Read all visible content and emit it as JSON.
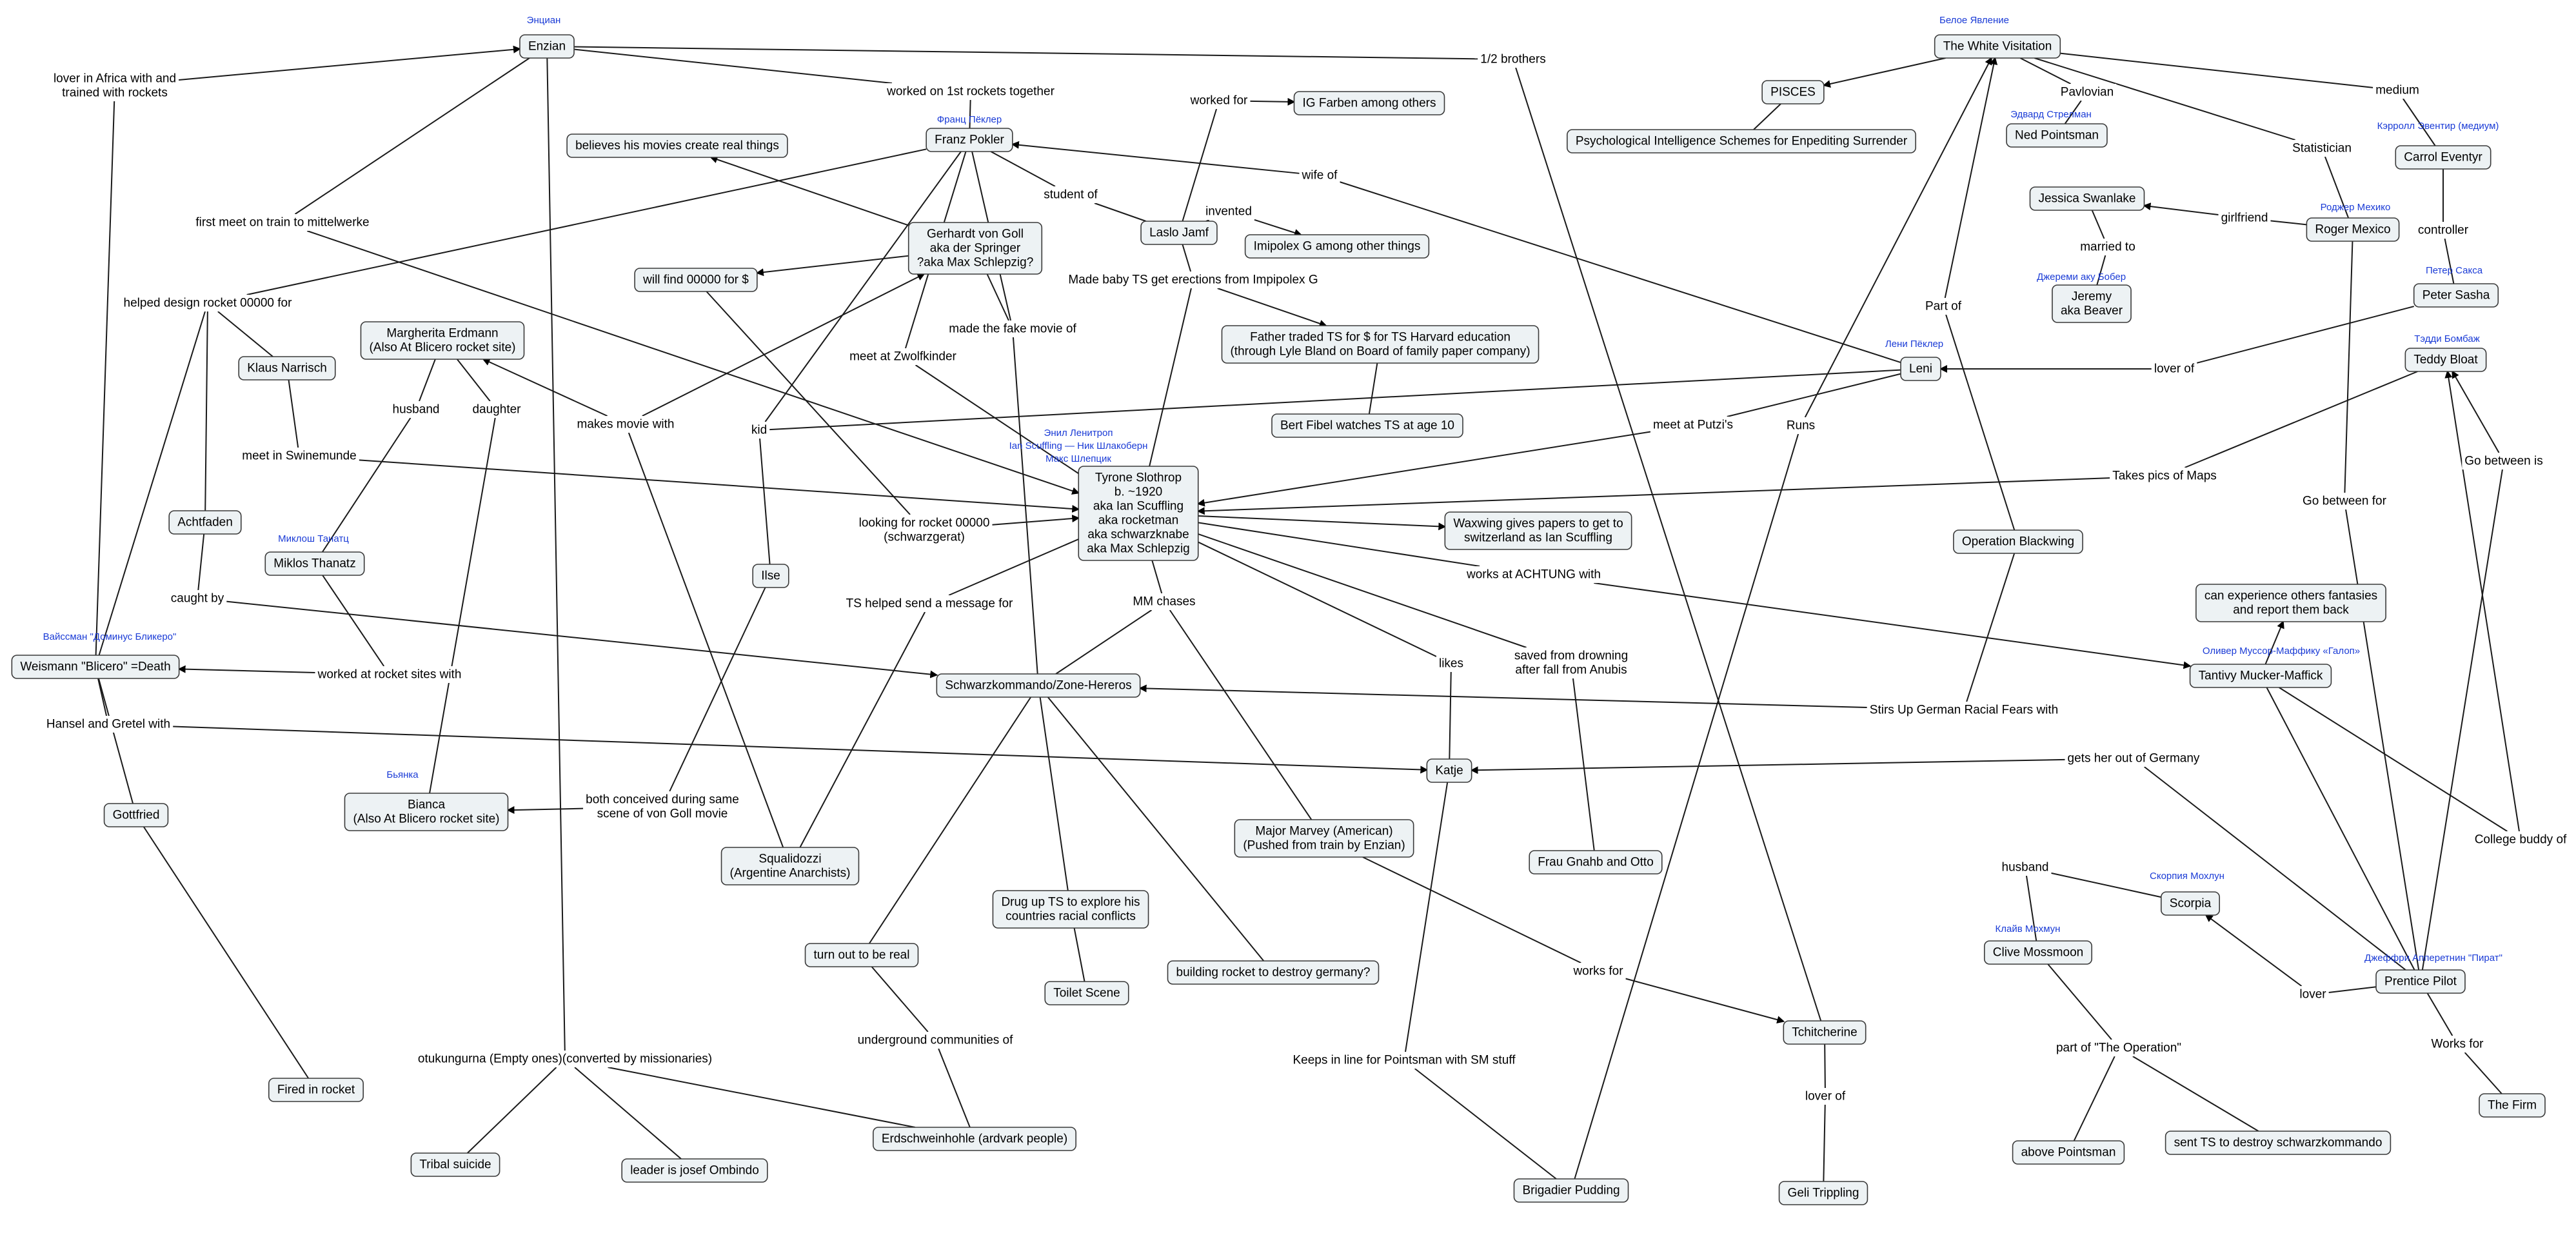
{
  "nodes": [
    {
      "id": "enzian",
      "lines": [
        "Enzian"
      ]
    },
    {
      "id": "pokler",
      "lines": [
        "Franz Pokler"
      ]
    },
    {
      "id": "igfarben",
      "lines": [
        "IG Farben among others"
      ]
    },
    {
      "id": "movies",
      "lines": [
        "believes his movies create real things"
      ]
    },
    {
      "id": "vongoll",
      "lines": [
        "Gerhardt von Goll",
        "aka der Springer",
        "?aka Max Schlepzig?"
      ]
    },
    {
      "id": "jamf",
      "lines": [
        "Laslo Jamf"
      ]
    },
    {
      "id": "imipolex",
      "lines": [
        "Imipolex G among other things"
      ]
    },
    {
      "id": "find00000",
      "lines": [
        "will find 00000 for $"
      ]
    },
    {
      "id": "margherita",
      "lines": [
        "Margherita Erdmann",
        "(Also At Blicero rocket site)"
      ]
    },
    {
      "id": "klaus",
      "lines": [
        "Klaus Narrisch"
      ]
    },
    {
      "id": "father",
      "lines": [
        "Father traded TS for $ for TS Harvard education",
        "(through Lyle Bland on Board of family paper company)"
      ]
    },
    {
      "id": "fibel",
      "lines": [
        "Bert Fibel watches TS at age 10"
      ]
    },
    {
      "id": "slothrop",
      "lines": [
        "Tyrone Slothrop",
        "b. ~1920",
        "aka Ian Scuffling",
        "aka rocketman",
        "aka schwarzknabe",
        "aka Max Schlepzig"
      ]
    },
    {
      "id": "waxwing",
      "lines": [
        "Waxwing gives papers to get to",
        "switzerland as Ian Scuffling"
      ]
    },
    {
      "id": "achtfaden",
      "lines": [
        "Achtfaden"
      ]
    },
    {
      "id": "thanatz",
      "lines": [
        "Miklos Thanatz"
      ]
    },
    {
      "id": "ilse",
      "lines": [
        "Ilse"
      ]
    },
    {
      "id": "weismann",
      "lines": [
        "Weismann \"Blicero\" =Death"
      ]
    },
    {
      "id": "schwarz",
      "lines": [
        "Schwarzkommando/Zone-Hereros"
      ]
    },
    {
      "id": "katje",
      "lines": [
        "Katje"
      ]
    },
    {
      "id": "gottfried",
      "lines": [
        "Gottfried"
      ]
    },
    {
      "id": "bianca",
      "lines": [
        "Bianca",
        "(Also At Blicero rocket site)"
      ]
    },
    {
      "id": "squalidozzi",
      "lines": [
        "Squalidozzi",
        "(Argentine Anarchists)"
      ]
    },
    {
      "id": "marvey",
      "lines": [
        "Major Marvey (American)",
        "(Pushed from train by Enzian)"
      ]
    },
    {
      "id": "gnahb",
      "lines": [
        "Frau Gnahb and Otto"
      ]
    },
    {
      "id": "drug",
      "lines": [
        "Drug up TS to explore his",
        "countries racial conflicts"
      ]
    },
    {
      "id": "toilet",
      "lines": [
        "Toilet Scene"
      ]
    },
    {
      "id": "real",
      "lines": [
        "turn out to be real"
      ]
    },
    {
      "id": "building",
      "lines": [
        "building rocket to destroy germany?"
      ]
    },
    {
      "id": "fired",
      "lines": [
        "Fired in rocket"
      ]
    },
    {
      "id": "tribal",
      "lines": [
        "Tribal suicide"
      ]
    },
    {
      "id": "ombindo",
      "lines": [
        "leader is josef Ombindo"
      ]
    },
    {
      "id": "erdschwein",
      "lines": [
        "Erdschweinhohle (ardvark people)"
      ]
    },
    {
      "id": "tchitcherine",
      "lines": [
        "Tchitcherine"
      ]
    },
    {
      "id": "geli",
      "lines": [
        "Geli Trippling"
      ]
    },
    {
      "id": "pudding",
      "lines": [
        "Brigadier Pudding"
      ]
    },
    {
      "id": "white",
      "lines": [
        "The White Visitation"
      ]
    },
    {
      "id": "pisces",
      "lines": [
        "PISCES"
      ]
    },
    {
      "id": "psych",
      "lines": [
        "Psychological Intelligence Schemes for Enpediting Surrender"
      ]
    },
    {
      "id": "pointsman",
      "lines": [
        "Ned Pointsman"
      ]
    },
    {
      "id": "jessica",
      "lines": [
        "Jessica Swanlake"
      ]
    },
    {
      "id": "mexico",
      "lines": [
        "Roger Mexico"
      ]
    },
    {
      "id": "eventyr",
      "lines": [
        "Carrol Eventyr"
      ]
    },
    {
      "id": "jeremy",
      "lines": [
        "Jeremy",
        "aka Beaver"
      ]
    },
    {
      "id": "sasha",
      "lines": [
        "Peter Sasha"
      ]
    },
    {
      "id": "leni",
      "lines": [
        "Leni"
      ]
    },
    {
      "id": "bloat",
      "lines": [
        "Teddy Bloat"
      ]
    },
    {
      "id": "blackwing",
      "lines": [
        "Operation Blackwing"
      ]
    },
    {
      "id": "fantasies",
      "lines": [
        "can experience others fantasies",
        "and report them back"
      ]
    },
    {
      "id": "tantivy",
      "lines": [
        "Tantivy Mucker-Maffick"
      ]
    },
    {
      "id": "scorpia",
      "lines": [
        "Scorpia"
      ]
    },
    {
      "id": "mossmoon",
      "lines": [
        "Clive Mossmoon"
      ]
    },
    {
      "id": "prentice",
      "lines": [
        "Prentice Pilot"
      ]
    },
    {
      "id": "firm",
      "lines": [
        "The Firm"
      ]
    },
    {
      "id": "abovep",
      "lines": [
        "above Pointsman"
      ]
    },
    {
      "id": "sentts",
      "lines": [
        "sent TS to destroy schwarzkommando"
      ]
    }
  ],
  "notes": [
    {
      "id": "enzian",
      "text": "Энциан"
    },
    {
      "id": "pokler",
      "text": "Франц Пёклер"
    },
    {
      "id": "slothrop1",
      "text": "Энил Ленитроп"
    },
    {
      "id": "slothrop2",
      "text": "Ian Scuffling — Ник Шлакоберн"
    },
    {
      "id": "slothrop3",
      "text": "Макс Шлепцик"
    },
    {
      "id": "thanatz",
      "text": "Миклош Танатц"
    },
    {
      "id": "weismann",
      "text": "Вайссман \"Доминус Бликеро\""
    },
    {
      "id": "bianca",
      "text": "Бьянка"
    },
    {
      "id": "white",
      "text": "Белое Явление"
    },
    {
      "id": "pointsman",
      "text": "Эдвард Стрелман"
    },
    {
      "id": "eventyr",
      "text": "Кэрролл Эвентир (медиум)"
    },
    {
      "id": "mexico",
      "text": "Роджер Мехико"
    },
    {
      "id": "jeremy",
      "text": "Джереми аку Бобер"
    },
    {
      "id": "sasha",
      "text": "Петер Сакса"
    },
    {
      "id": "leni",
      "text": "Лени Пёклер"
    },
    {
      "id": "bloat",
      "text": "Тэдди Бомбаж"
    },
    {
      "id": "tantivy",
      "text": "Оливер Муссор-Маффику «Галоп»"
    },
    {
      "id": "scorpia",
      "text": "Скорпия Мохлун"
    },
    {
      "id": "mossmoon",
      "text": "Клайв Мохмун"
    },
    {
      "id": "prentice",
      "text": "Джеффри Апперетнин \"Пират\""
    }
  ],
  "links": [
    {
      "id": "lover_africa",
      "lines": [
        "lover in Africa with and",
        "trained with rockets"
      ]
    },
    {
      "id": "rockets_together",
      "lines": [
        "worked on 1st rockets together"
      ]
    },
    {
      "id": "half_brothers",
      "lines": [
        "1/2 brothers"
      ]
    },
    {
      "id": "first_meet",
      "lines": [
        "first meet on train to mittelwerke"
      ]
    },
    {
      "id": "helped_design",
      "lines": [
        "helped design rocket 00000 for"
      ]
    },
    {
      "id": "worked_for",
      "lines": [
        "worked for"
      ]
    },
    {
      "id": "wife_of",
      "lines": [
        "wife of"
      ]
    },
    {
      "id": "student_of",
      "lines": [
        "student of"
      ]
    },
    {
      "id": "invented",
      "lines": [
        "invented"
      ]
    },
    {
      "id": "erections",
      "lines": [
        "Made baby TS get erections from Impipolex G"
      ]
    },
    {
      "id": "fake_movie",
      "lines": [
        "made the fake movie of"
      ]
    },
    {
      "id": "zwolfkinder",
      "lines": [
        "meet at Zwolfkinder"
      ]
    },
    {
      "id": "husband1",
      "lines": [
        "husband"
      ]
    },
    {
      "id": "daughter",
      "lines": [
        "daughter"
      ]
    },
    {
      "id": "makes_movie",
      "lines": [
        "makes movie with"
      ]
    },
    {
      "id": "kid",
      "lines": [
        "kid"
      ]
    },
    {
      "id": "swinemunde",
      "lines": [
        "meet in Swinemunde"
      ]
    },
    {
      "id": "looking",
      "lines": [
        "looking for rocket 00000",
        "(schwarzgerat)"
      ]
    },
    {
      "id": "putzi",
      "lines": [
        "meet at Putzi's"
      ]
    },
    {
      "id": "caught_by",
      "lines": [
        "caught by"
      ]
    },
    {
      "id": "rocket_sites",
      "lines": [
        "worked at rocket sites with"
      ]
    },
    {
      "id": "hansel",
      "lines": [
        "Hansel and Gretel with"
      ]
    },
    {
      "id": "ts_message",
      "lines": [
        "TS helped send a message for"
      ]
    },
    {
      "id": "mm_chases",
      "lines": [
        "MM chases"
      ]
    },
    {
      "id": "likes",
      "lines": [
        "likes"
      ]
    },
    {
      "id": "saved",
      "lines": [
        "saved from drowning",
        "after fall from Anubis"
      ]
    },
    {
      "id": "achtung",
      "lines": [
        "works at ACHTUNG with"
      ]
    },
    {
      "id": "stirs",
      "lines": [
        "Stirs Up German Racial Fears with"
      ]
    },
    {
      "id": "gets_out",
      "lines": [
        "gets her out of Germany"
      ]
    },
    {
      "id": "conceived",
      "lines": [
        "both conceived during same",
        "scene of von Goll movie"
      ]
    },
    {
      "id": "underground",
      "lines": [
        "underground communities of"
      ]
    },
    {
      "id": "otukungurna",
      "lines": [
        "otukungurna (Empty ones)(converted by missionaries)"
      ]
    },
    {
      "id": "works_for_t",
      "lines": [
        "works for"
      ]
    },
    {
      "id": "keeps_line",
      "lines": [
        "Keeps in line for Pointsman with SM stuff"
      ]
    },
    {
      "id": "lover_of_g",
      "lines": [
        "lover of"
      ]
    },
    {
      "id": "runs",
      "lines": [
        "Runs"
      ]
    },
    {
      "id": "part_of",
      "lines": [
        "Part of"
      ]
    },
    {
      "id": "pavlovian",
      "lines": [
        "Pavlovian"
      ]
    },
    {
      "id": "statistician",
      "lines": [
        "Statistician"
      ]
    },
    {
      "id": "medium",
      "lines": [
        "medium"
      ]
    },
    {
      "id": "controller",
      "lines": [
        "controller"
      ]
    },
    {
      "id": "girlfriend",
      "lines": [
        "girlfriend"
      ]
    },
    {
      "id": "married_to",
      "lines": [
        "married to"
      ]
    },
    {
      "id": "lover_of_l",
      "lines": [
        "lover of"
      ]
    },
    {
      "id": "takes_pics",
      "lines": [
        "Takes pics of Maps"
      ]
    },
    {
      "id": "go_between_for",
      "lines": [
        "Go between for"
      ]
    },
    {
      "id": "go_between_is",
      "lines": [
        "Go between is"
      ]
    },
    {
      "id": "college",
      "lines": [
        "College buddy of"
      ]
    },
    {
      "id": "husband2",
      "lines": [
        "husband"
      ]
    },
    {
      "id": "lover_s",
      "lines": [
        "lover"
      ]
    },
    {
      "id": "works_for_f",
      "lines": [
        "Works for"
      ]
    },
    {
      "id": "operation",
      "lines": [
        "part of \"The Operation\""
      ]
    }
  ]
}
